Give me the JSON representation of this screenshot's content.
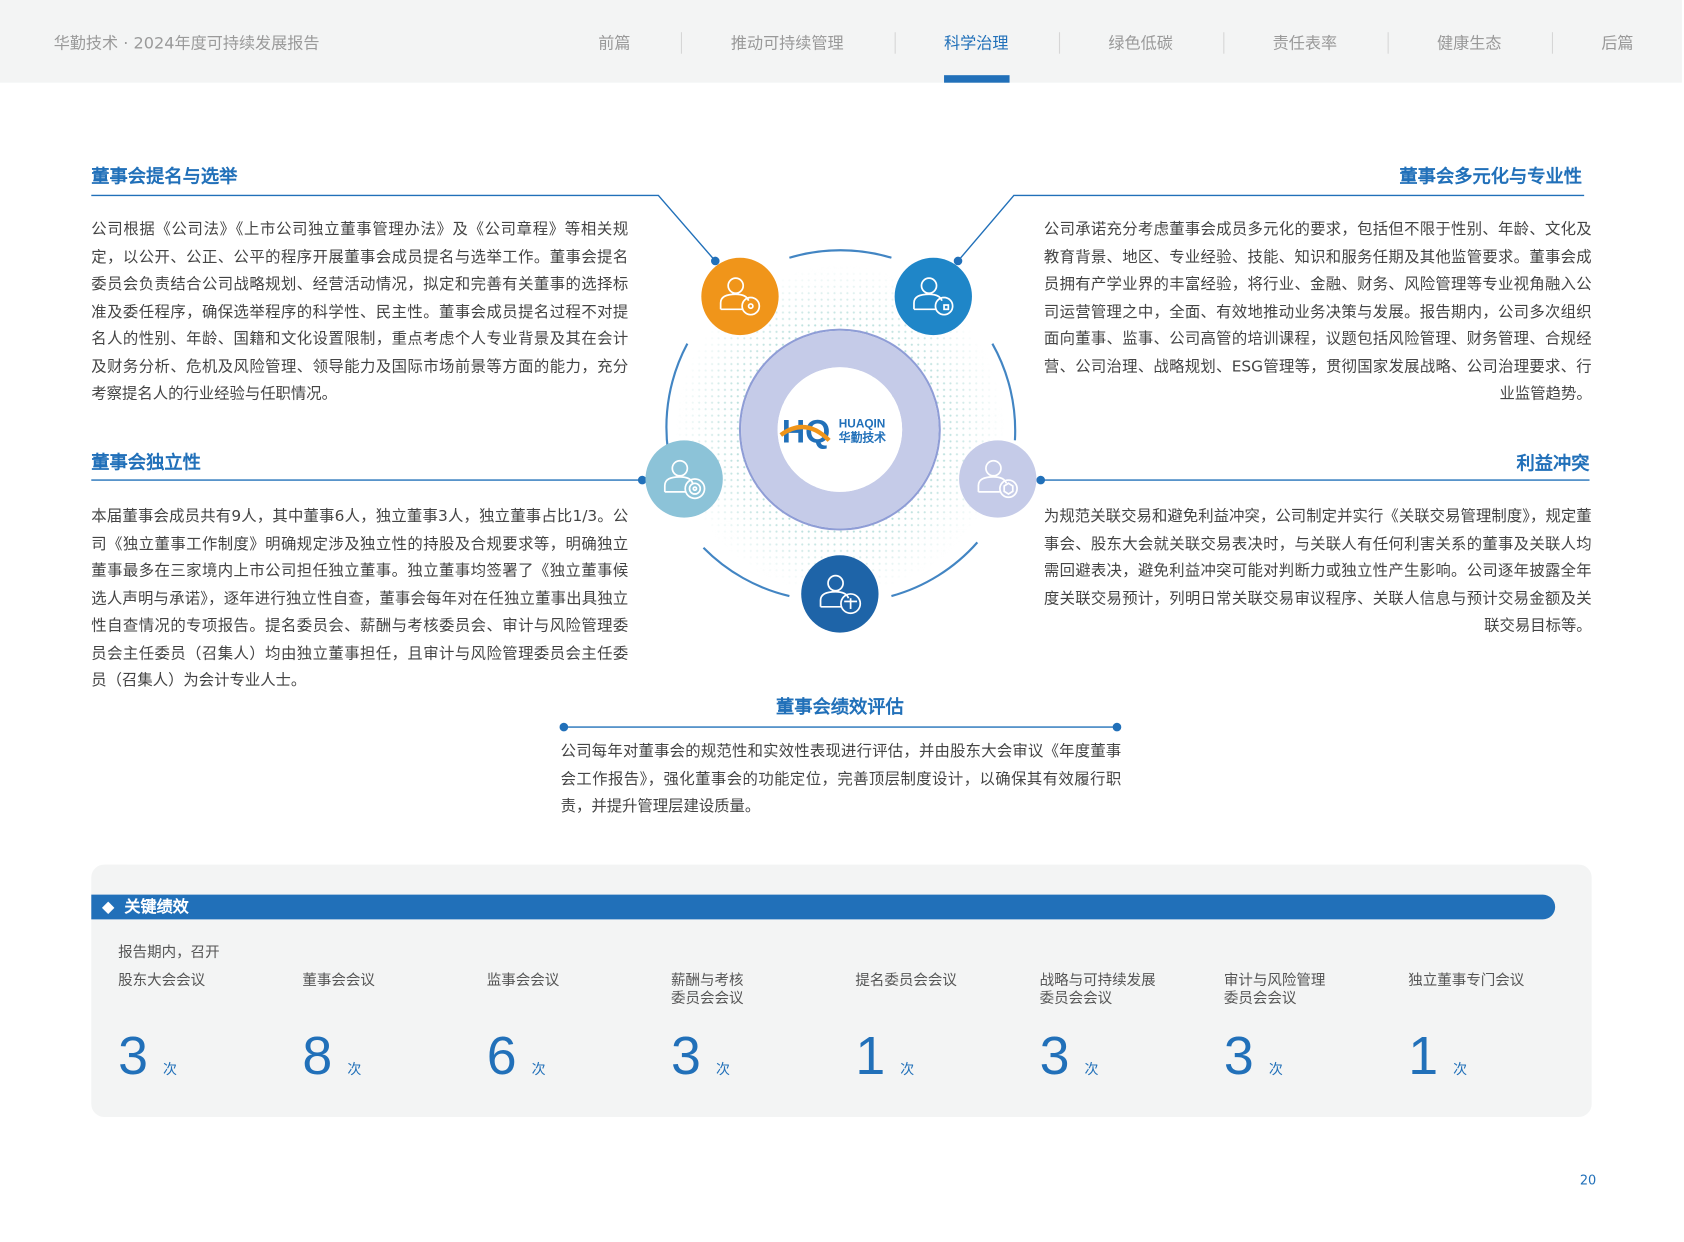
{
  "header": {
    "doc_title": "华勤技术 · 2024年度可持续发展报告",
    "nav": [
      "前篇",
      "推动可持续管理",
      "科学治理",
      "绿色低碳",
      "责任表率",
      "健康生态",
      "后篇"
    ],
    "active_nav": "科学治理"
  },
  "sections": {
    "nomination": {
      "title": "董事会提名与选举",
      "body": "公司根据《公司法》《上市公司独立董事管理办法》及《公司章程》等相关规定，以公开、公正、公平的程序开展董事会成员提名与选举工作。董事会提名委员会负责结合公司战略规划、经营活动情况，拟定和完善有关董事的选择标准及委任程序，确保选举程序的科学性、民主性。董事会成员提名过程不对提名人的性别、年龄、国籍和文化设置限制，重点考虑个人专业背景及其在会计及财务分析、危机及风险管理、领导能力及国际市场前景等方面的能力，充分考察提名人的行业经验与任职情况。"
    },
    "diversity": {
      "title": "董事会多元化与专业性",
      "body": "公司承诺充分考虑董事会成员多元化的要求，包括但不限于性别、年龄、文化及教育背景、地区、专业经验、技能、知识和服务任期及其他监管要求。董事会成员拥有产学业界的丰富经验，将行业、金融、财务、风险管理等专业视角融入公司运营管理之中，全面、有效地推动业务决策与发展。报告期内，公司多次组织面向董事、监事、公司高管的培训课程，议题包括风险管理、财务管理、合规经营、公司治理、战略规划、ESG管理等，贯彻国家发展战略、公司治理要求、行业监管趋势。"
    },
    "independence": {
      "title": "董事会独立性",
      "body": "本届董事会成员共有9人，其中董事6人，独立董事3人，独立董事占比1/3。公司《独立董事工作制度》明确规定涉及独立性的持股及合规要求等，明确独立董事最多在三家境内上市公司担任独立董事。独立董事均签署了《独立董事候选人声明与承诺》，逐年进行独立性自查，董事会每年对在任独立董事出具独立性自查情况的专项报告。提名委员会、薪酬与考核委员会、审计与风险管理委员会主任委员（召集人）均由独立董事担任，且审计与风险管理委员会主任委员（召集人）为会计专业人士。"
    },
    "conflict": {
      "title": "利益冲突",
      "body": "为规范关联交易和避免利益冲突，公司制定并实行《关联交易管理制度》，规定董事会、股东大会就关联交易表决时，与关联人有任何利害关系的董事及关联人均需回避表决，避免利益冲突可能对判断力或独立性产生影响。公司逐年披露全年度关联交易预计，列明日常关联交易审议程序、关联人信息与预计交易金额及关联交易目标等。"
    },
    "evaluation": {
      "title": "董事会绩效评估",
      "body": "公司每年对董事会的规范性和实效性表现进行评估，并由股东大会审议《年度董事会工作报告》，强化董事会的功能定位，完善顶层制度设计，以确保其有效履行职责，并提升管理层建设质量。"
    }
  },
  "logo": {
    "mark": "HQ",
    "en": "HUAQIN",
    "cn": "华勤技术"
  },
  "colors": {
    "accent": "#2170b9",
    "orange": "#f0951a",
    "blue": "#1f86c8",
    "light_blue": "#8cc3d8",
    "lavender": "#c5cbe8",
    "dark_blue": "#1e64a8"
  },
  "kpi": {
    "title": "关键绩效",
    "intro": "报告期内，召开",
    "unit": "次",
    "items": [
      {
        "label": "股东大会会议",
        "value": "3"
      },
      {
        "label": "董事会会议",
        "value": "8"
      },
      {
        "label": "监事会会议",
        "value": "6"
      },
      {
        "label": "薪酬与考核\n委员会会议",
        "value": "3"
      },
      {
        "label": "提名委员会会议",
        "value": "1"
      },
      {
        "label": "战略与可持续发展\n委员会会议",
        "value": "3"
      },
      {
        "label": "审计与风险管理\n委员会会议",
        "value": "3"
      },
      {
        "label": "独立董事专门会议",
        "value": "1"
      }
    ]
  },
  "page_number": "20"
}
